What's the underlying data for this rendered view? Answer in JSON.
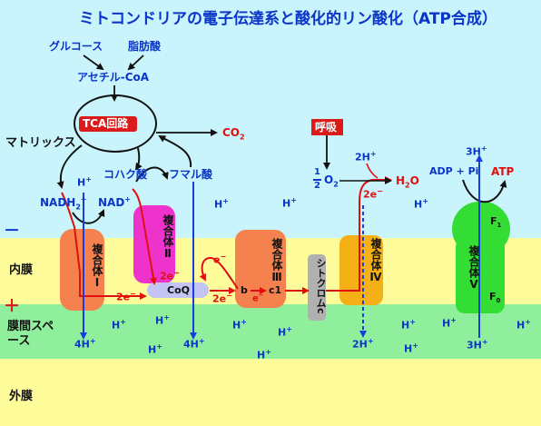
{
  "title": "ミトコンドリアの電子伝達系と酸化的リン酸化（ATP合成）",
  "regions": {
    "matrix": "マトリックス",
    "inner_membrane": "内膜",
    "intermembrane_space": "膜間スペース",
    "outer_membrane": "外膜",
    "minus_sign": "－",
    "plus_sign": "＋"
  },
  "colors": {
    "matrix_bg": "#c9f4fb",
    "inner_membrane_bg": "#fdfb9a",
    "intermembrane_bg": "#8fef9c",
    "outer_membrane_bg": "#fdfb9a",
    "title_blue": "#0b35c8",
    "electron_red": "#e01010",
    "proton_blue": "#1a3de0",
    "complex1": "#f5824e",
    "complex2": "#ee33cc",
    "complex3": "#f5824e",
    "complex4": "#f5b018",
    "complex5": "#33dd33",
    "coq": "#c4c4f4",
    "cytc": "#b0b0b0"
  },
  "metabolites": {
    "glucose": "グルコース",
    "fatty_acid": "脂肪酸",
    "acetyl_coa": "アセチル-CoA",
    "tca_cycle": "TCA回路",
    "co2": "CO",
    "co2_sub": "2",
    "succinate": "コハク酸",
    "fumarate": "フマル酸",
    "nadh": "NADH",
    "nadh_sub": "2",
    "nadh_sup": "+",
    "nad": "NAD",
    "nad_sup": "+",
    "respiration": "呼吸",
    "half_num": "1",
    "half_den": "2",
    "o2": "O",
    "o2_sub": "2",
    "h2o": "H",
    "h2o_sub": "2",
    "h2o_end": "O",
    "adp_pi": "ADP + Pi",
    "atp": "ATP"
  },
  "complexes": {
    "complex1": "複合体Ⅰ",
    "complex2": "複合体Ⅱ",
    "complex3": "複合体Ⅲ",
    "complex4": "複合体Ⅳ",
    "complex5": "複合体Ⅴ",
    "coq": "CoQ",
    "cytochrome_c": "シトクロムc",
    "f1": "F",
    "f1_sub": "1",
    "f0": "F",
    "f0_sub": "0"
  },
  "electrons": {
    "e_minus": "e",
    "e_sup": "−",
    "two_e": "2e",
    "b": "b",
    "c1": "c1"
  },
  "protons": {
    "h": "H",
    "h_sup": "+",
    "two_h": "2H",
    "three_h": "3H",
    "four_h": "4H"
  }
}
